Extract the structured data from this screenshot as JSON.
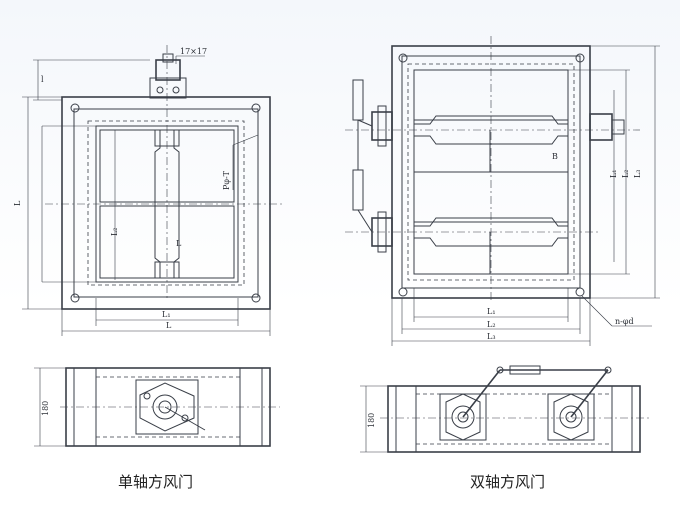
{
  "captions": {
    "single": "单轴方风门",
    "double": "双轴方风门"
  },
  "labels": {
    "flange_size": "17×17",
    "l_top": "l",
    "L_left": "L",
    "L1_dim": "L₁",
    "L_inner": "L",
    "Lsub_inner": "L₂",
    "hole_note": "Pφ-T",
    "d_L1": "L₁",
    "d_L1b": "L₁",
    "d_L2": "L₂",
    "d_L3": "L₃",
    "B": "B",
    "d_v1": "L₁",
    "d_v2": "L₂",
    "d_v3": "L₃",
    "hole_spec": "n-φd",
    "depth_single": "180",
    "depth_double": "180"
  }
}
